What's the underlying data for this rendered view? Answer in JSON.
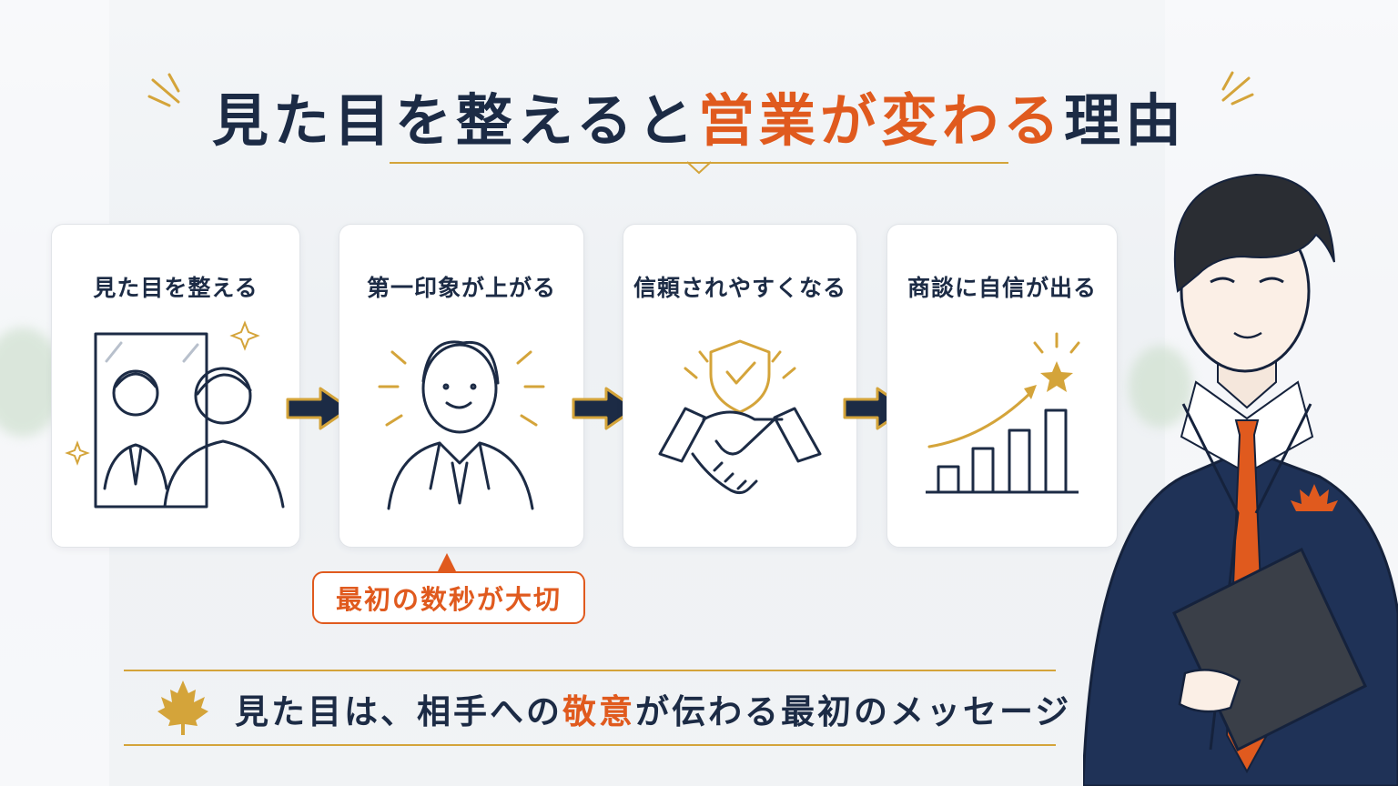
{
  "title": {
    "part1": "見た目を整えると",
    "accent": "営業が変わる",
    "part2": "理由"
  },
  "steps": [
    {
      "label": "見た目を整える",
      "icon": "mirror-icon"
    },
    {
      "label": "第一印象が上がる",
      "icon": "businessman-icon"
    },
    {
      "label": "信頼されやすくなる",
      "icon": "handshake-shield-icon"
    },
    {
      "label": "商談に自信が出る",
      "icon": "growth-chart-icon"
    }
  ],
  "callout": "最初の数秒が大切",
  "banner": {
    "part1": "見た目は、相手への",
    "accent": "敬意",
    "part2": "が伝わる最初のメッセージ"
  },
  "colors": {
    "navy": "#1c2b45",
    "accent_orange": "#e05a1e",
    "gold": "#d4a43a"
  }
}
